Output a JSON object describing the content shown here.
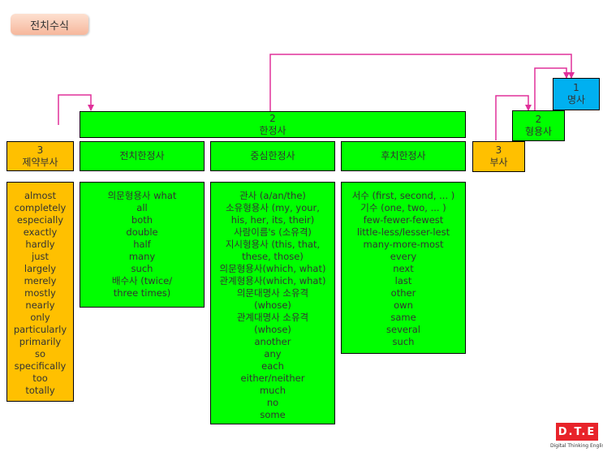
{
  "title": "전치수식",
  "top_box": {
    "number": "2",
    "label": "한정사"
  },
  "modifier_adverb": {
    "number": "3",
    "label": "제약부사"
  },
  "categories": [
    {
      "label": "전치한정사"
    },
    {
      "label": "중심한정사"
    },
    {
      "label": "후치한정사"
    }
  ],
  "chain": [
    {
      "number": "1",
      "label": "명사"
    },
    {
      "number": "2",
      "label": "형용사"
    },
    {
      "number": "3",
      "label": "부사"
    }
  ],
  "lists": {
    "adverbs": [
      "almost",
      "completely",
      "especially",
      "exactly",
      "hardly",
      "just",
      "largely",
      "merely",
      "mostly",
      "nearly",
      "only",
      "particularly",
      "primarily",
      "so",
      "specifically",
      "too",
      "totally"
    ],
    "predeterminers": [
      "의문형용사 what",
      "all",
      "both",
      "double",
      "half",
      "many",
      "such",
      "배수사 (twice/",
      "three times)"
    ],
    "central_determiners": [
      "관사 (a/an/the)",
      "소유형용사 (my, your,",
      "his, her, its, their)",
      "사람이름's (소유격)",
      "지시형용사 (this, that,",
      "these, those)",
      "의문형용사(which, what)",
      "관계형용사(which, what)",
      "의문대명사 소유격",
      "(whose)",
      "관계대명사 소유격",
      "(whose)",
      "another",
      "any",
      "each",
      "either/neither",
      "much",
      "no",
      "some"
    ],
    "postdeterminers": [
      "서수 (first, second, ... )",
      "기수 (one, two, ... )",
      "few-fewer-fewest",
      "little-less/lesser-lest",
      "many-more-most",
      "every",
      "next",
      "last",
      "other",
      "own",
      "same",
      "several",
      "such"
    ]
  },
  "logo": {
    "text": "D.T.E",
    "caption": "Digital Thinking English"
  },
  "colors": {
    "green": "#00ff00",
    "orange": "#ffc000",
    "blue": "#00b0f0",
    "arrow": "#e0309a"
  }
}
